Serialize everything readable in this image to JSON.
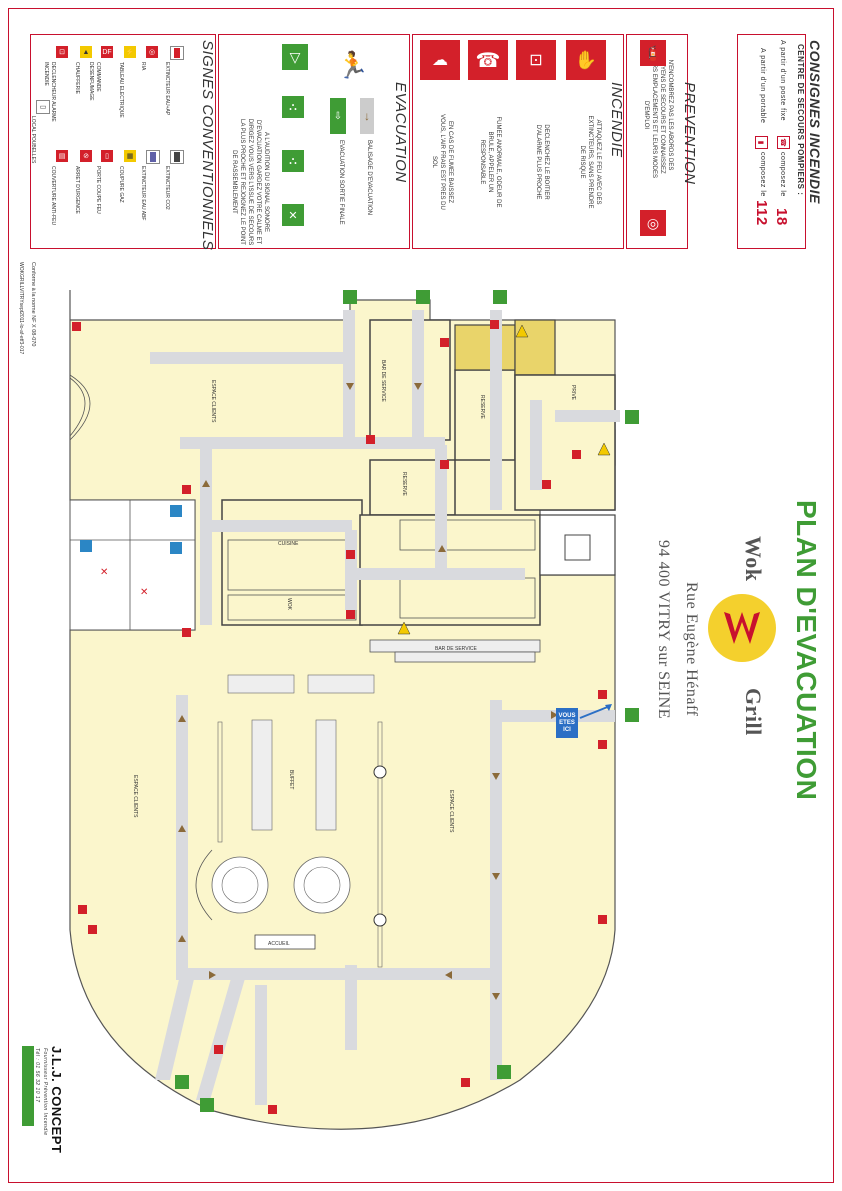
{
  "consignes": {
    "title": "CONSIGNES INCENDIE",
    "subtitle": "CENTRE DE SECOURS POMPIERS :",
    "fixe_prefix": "A partir d'un poste fixe",
    "fixe_suffix": "composez le",
    "fixe_number": "18",
    "portable_prefix": "A partir d'un portable",
    "portable_suffix": "composez le",
    "portable_number": "112"
  },
  "prevention": {
    "title": "PREVENTION",
    "text": "N'ENCOMBREZ PAS LES ABORDS DES MOYENS DE SECOURS ET CONNAISSEZ LEURS EMPLACEMENTS ET LEURS MODES D'EMPLOI"
  },
  "incendie": {
    "title": "INCENDIE",
    "steps": [
      "ATTAQUEZ LE FEU AVEC DES EXTINCTEURS, SANS PRENDRE DE RISQUE",
      "DECLENCHEZ LE BOITIER D'ALARME PLUS PROCHE",
      "FUMEE ANORMALE, ODEUR DE BRULE, APPELER UN RESPONSABLE",
      "EN CAS DE FUMEE BAISSEZ VOUS, L'AIR FRAIS EST PRES DU SOL"
    ]
  },
  "evacuation": {
    "title": "EVACUATION",
    "balisage": "BALISAGE D'EVACUATION",
    "sortie_finale": "EVACUATION SORTIE FINALE",
    "text": "A L'AUDITION DU SIGNAL SONORE D'EVACUATION GARDEZ VOTRE CALME ET DIRIGEZ VOUS VERS L'ISSUE DE SECOURS LA PLUS PROCHE ET REJOIGNEZ LE POINT DE RASSEMBLEMENT"
  },
  "signes": {
    "title": "SIGNES CONVENTIONNELS",
    "items": [
      "EXTINCTEUR EAU+AP",
      "EXTINCTEUR CO2",
      "EXTINCTEUR EAU ABF",
      "RIA",
      "TABLEAU ELECTRIQUE",
      "COUPURE GAZ",
      "COMMANDE DESENFUMAGE",
      "PORTE COUPE FEU",
      "CHAUFFERIE",
      "ARRET D'URGENCE",
      "DECLENCHEUR ALARME INCENDIE",
      "COUVERTURE ANTI-FEU",
      "LOCAL POUBELLES"
    ]
  },
  "norme": "Conforme à la norme NF X 08-070",
  "doc_ref": "WOKGRILLVITRYsept2011-lo-af-etf3-017",
  "plan": {
    "title": "PLAN D'EVACUATION",
    "brand_left": "Wok",
    "brand_right": "Grill",
    "street": "Rue Eugène Hénaff",
    "city": "94 400 VITRY sur SEINE",
    "vous_etes_ici": "VOUS ETES ICI"
  },
  "map_labels": {
    "espace_clients": "ESPACE CLIENTS",
    "bar_de_service": "BAR DE SERVICE",
    "reserve": "RESERVE",
    "prive": "PRIVE",
    "cuisine": "CUISINE",
    "wok": "WOK",
    "buffet": "BUFFET",
    "accueil": "ACCUEIL"
  },
  "company": {
    "name": "J.L.J. CONCEPT",
    "tagline": "Fournisseur Prévention Incendie",
    "phone": "Tél : 01 56 32 10 17"
  },
  "colors": {
    "red": "#d3202a",
    "green": "#3f9c35",
    "floor": "#fbf6cc",
    "path": "#d9dade"
  }
}
